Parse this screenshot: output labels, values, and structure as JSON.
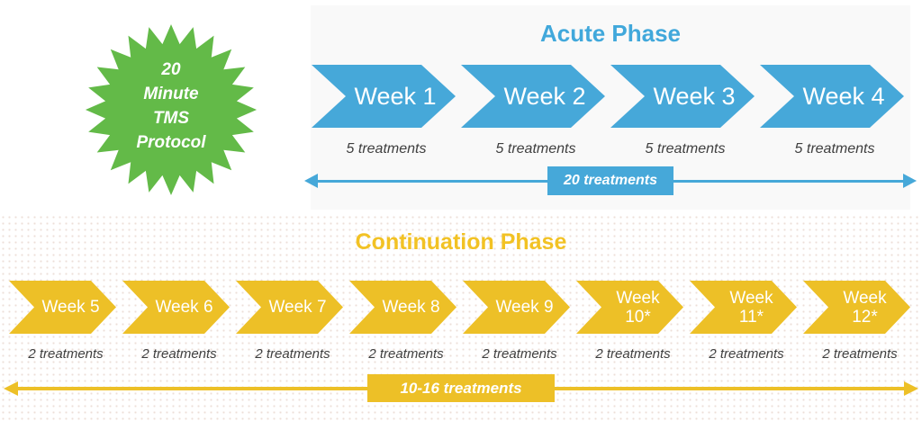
{
  "badge": {
    "text": "20\nMinute\nTMS\nProtocol",
    "color": "#63ba48"
  },
  "acute_phase": {
    "title": "Acute Phase",
    "accent_color": "#46a8d9",
    "weeks": [
      {
        "label": "Week 1",
        "treatments": "5 treatments"
      },
      {
        "label": "Week 2",
        "treatments": "5 treatments"
      },
      {
        "label": "Week 3",
        "treatments": "5 treatments"
      },
      {
        "label": "Week 4",
        "treatments": "5 treatments"
      }
    ],
    "total_label": "20 treatments"
  },
  "continuation_phase": {
    "title": "Continuation Phase",
    "accent_color": "#edc027",
    "weeks": [
      {
        "label": "Week 5",
        "treatments": "2 treatments"
      },
      {
        "label": "Week 6",
        "treatments": "2 treatments"
      },
      {
        "label": "Week 7",
        "treatments": "2 treatments"
      },
      {
        "label": "Week 8",
        "treatments": "2 treatments"
      },
      {
        "label": "Week 9",
        "treatments": "2 treatments"
      },
      {
        "label": "Week\n10*",
        "treatments": "2 treatments"
      },
      {
        "label": "Week\n11*",
        "treatments": "2 treatments"
      },
      {
        "label": "Week\n12*",
        "treatments": "2 treatments"
      }
    ],
    "total_label": "10-16 treatments"
  }
}
